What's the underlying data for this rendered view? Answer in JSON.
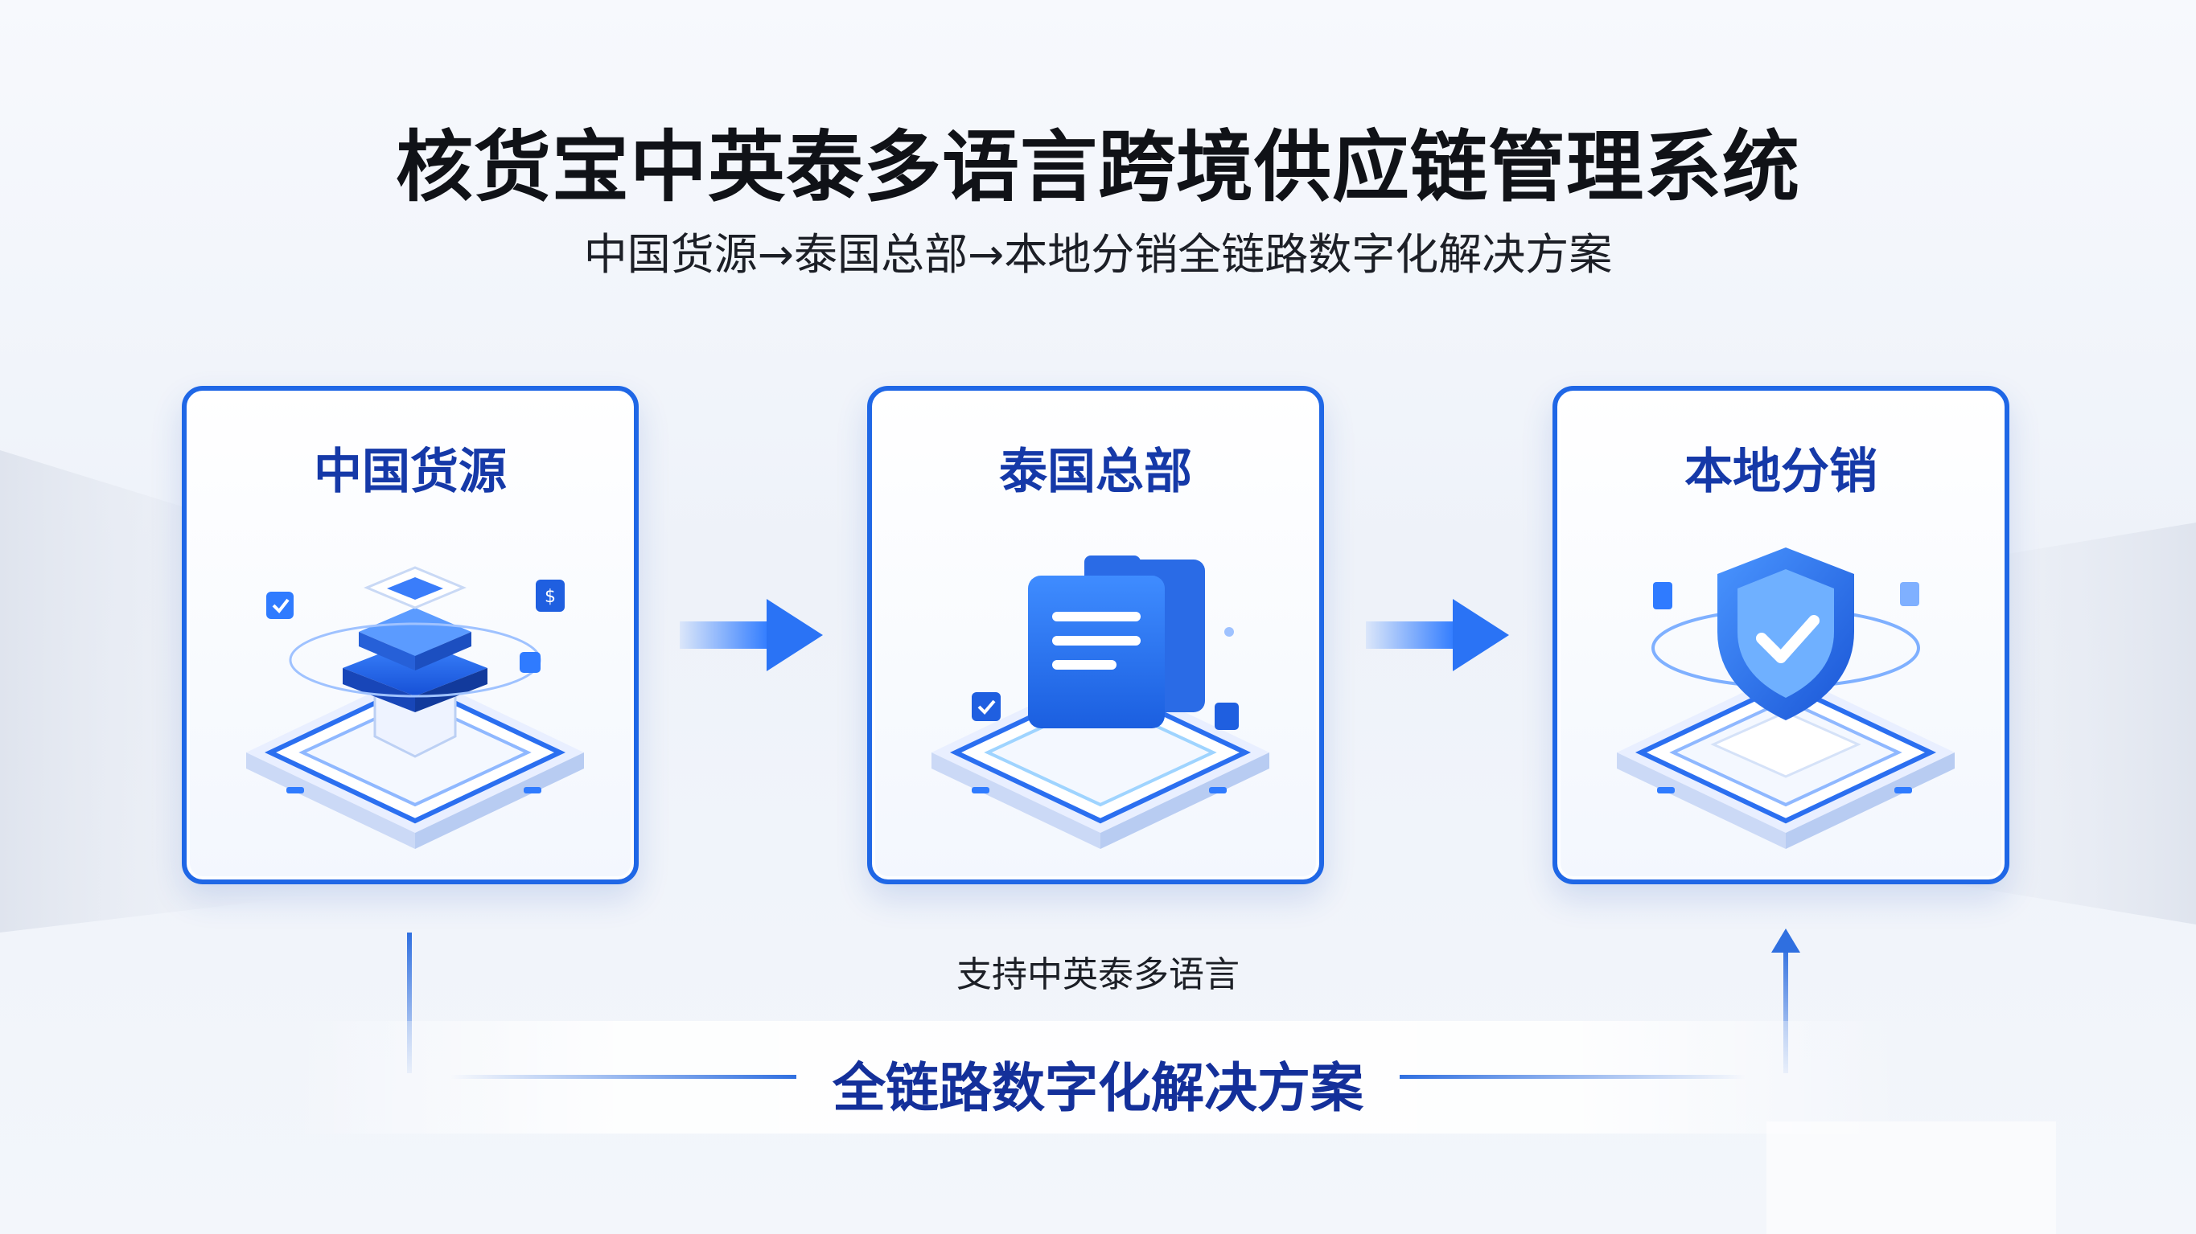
{
  "title": "核货宝中英泰多语言跨境供应链管理系统",
  "subtitle": "中国货源→泰国总部→本地分销全链路数字化解决方案",
  "nodes": [
    {
      "label": "中国货源",
      "icon": "server-stack-icon"
    },
    {
      "label": "泰国总部",
      "icon": "document-folder-icon"
    },
    {
      "label": "本地分销",
      "icon": "shield-check-icon"
    }
  ],
  "support_text": "支持中英泰多语言",
  "bottom_label": "全链路数字化解决方案",
  "colors": {
    "accent": "#1f67e6",
    "dark_blue": "#1539a8",
    "light_blue": "#6fa8f5"
  }
}
